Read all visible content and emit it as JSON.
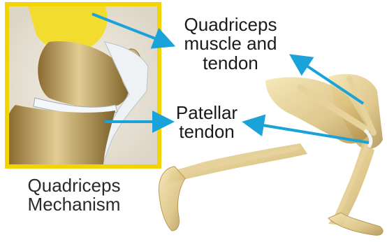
{
  "labels": {
    "quadriceps": [
      "Quadriceps",
      "muscle and",
      "tendon"
    ],
    "patellar": [
      "Patellar",
      "tendon"
    ],
    "caption": [
      "Quadriceps",
      "Mechanism"
    ]
  },
  "colors": {
    "inset_border": "#f4d400",
    "arrow": "#1aa3d8",
    "bone": "#d8c08a",
    "muscle": "#f0dc3a",
    "tendon": "#e8eef2"
  }
}
